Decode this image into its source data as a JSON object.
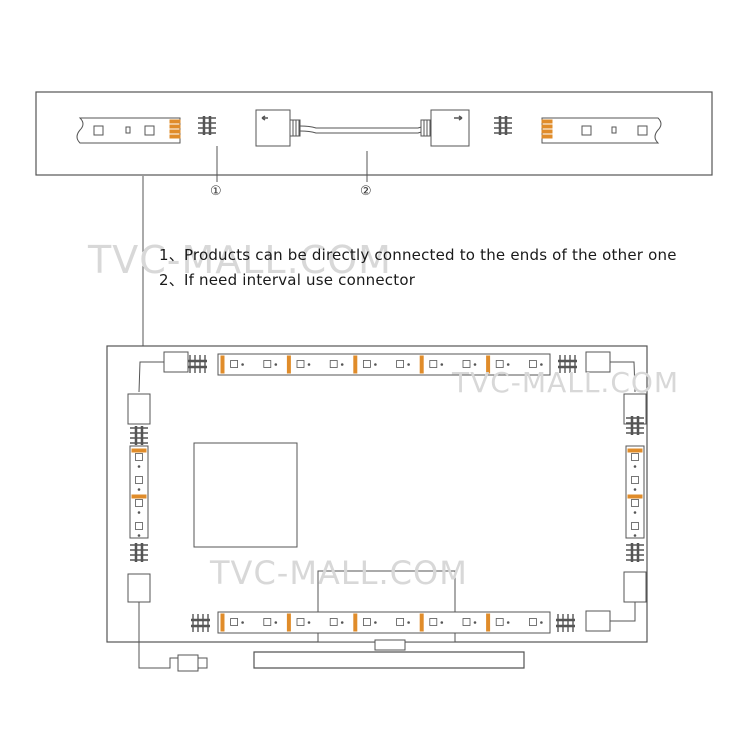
{
  "notes": [
    "1、Products can be directly connected to the ends of the other one",
    "2、If need interval use connector"
  ],
  "callouts": [
    "①",
    "②"
  ],
  "watermark": "TVC-MALL.COM",
  "colors": {
    "line": "#555555",
    "panel": "#ffffff",
    "led_chip": "#e08c2a",
    "pin": "#333333"
  },
  "icons": {
    "usb": "usb-plug-icon",
    "connector": "connector-icon",
    "pins": "pin-header-icon"
  }
}
